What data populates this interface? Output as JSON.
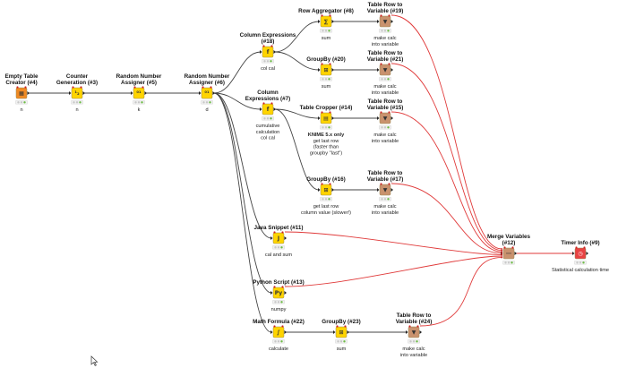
{
  "workflow": {
    "nodes": [
      {
        "id": "n4",
        "kind": "source",
        "icon": "table-creator-icon",
        "title": [
          "Empty Table",
          "Creator (#4)"
        ],
        "note": [
          "n"
        ]
      },
      {
        "id": "n3",
        "kind": "manip",
        "icon": "counter-icon",
        "title": [
          "Counter",
          "Generation (#3)"
        ],
        "note": [
          "n"
        ]
      },
      {
        "id": "n5",
        "kind": "manip",
        "icon": "random-number-icon",
        "title": [
          "Random Number",
          "Assigner (#5)"
        ],
        "note": [
          "k"
        ]
      },
      {
        "id": "n6",
        "kind": "manip",
        "icon": "random-number-icon",
        "title": [
          "Random Number",
          "Assigner (#6)"
        ],
        "note": [
          "d"
        ]
      },
      {
        "id": "n18",
        "kind": "manip",
        "icon": "column-expressions-icon",
        "title": [
          "Column Expressions",
          "(#18)"
        ],
        "note": [
          "col cal"
        ]
      },
      {
        "id": "n7",
        "kind": "manip",
        "icon": "column-expressions-icon",
        "title": [
          "Column",
          "Expressions (#7)"
        ],
        "note": [
          "cumulative",
          "calculation",
          "col cal"
        ]
      },
      {
        "id": "n8",
        "kind": "manip",
        "icon": "row-aggregator-icon",
        "title": [
          "Row Aggregator (#8)"
        ],
        "note": [
          "sum"
        ]
      },
      {
        "id": "n20",
        "kind": "manip",
        "icon": "groupby-icon",
        "title": [
          "GroupBy (#20)"
        ],
        "note": [
          "sum"
        ]
      },
      {
        "id": "n14",
        "kind": "manip",
        "icon": "table-cropper-icon",
        "title": [
          "Table Cropper (#14)"
        ],
        "note": [
          "KNIME 5.x only",
          "get last row",
          "(faster than",
          "groupby \"last\")"
        ],
        "noteBoldFirst": true
      },
      {
        "id": "n16",
        "kind": "manip",
        "icon": "groupby-icon",
        "title": [
          "GroupBy (#16)"
        ],
        "note": [
          "get last row",
          "column value (slower!)"
        ]
      },
      {
        "id": "n19",
        "kind": "var",
        "icon": "table-to-variable-icon",
        "title": [
          "Table Row to",
          "Variable (#19)"
        ],
        "note": [
          "make calc",
          "into variable"
        ]
      },
      {
        "id": "n21",
        "kind": "var",
        "icon": "table-to-variable-icon",
        "title": [
          "Table Row to",
          "Variable (#21)"
        ],
        "note": [
          "make calc",
          "into variable"
        ]
      },
      {
        "id": "n15",
        "kind": "var",
        "icon": "table-to-variable-icon",
        "title": [
          "Table Row to",
          "Variable (#15)"
        ],
        "note": [
          "make calc",
          "into variable"
        ]
      },
      {
        "id": "n17",
        "kind": "var",
        "icon": "table-to-variable-icon",
        "title": [
          "Table Row to",
          "Variable (#17)"
        ],
        "note": [
          "make calc",
          "into variable"
        ]
      },
      {
        "id": "n11",
        "kind": "manip",
        "icon": "java-snippet-icon",
        "title": [
          "Java Snippet (#11)"
        ],
        "note": [
          "cal and sum"
        ]
      },
      {
        "id": "n13",
        "kind": "manip",
        "icon": "python-script-icon",
        "title": [
          "Python Script (#13)"
        ],
        "note": [
          "numpy"
        ]
      },
      {
        "id": "n22",
        "kind": "manip",
        "icon": "math-formula-icon",
        "title": [
          "Math Formula (#22)"
        ],
        "note": [
          "calculate"
        ]
      },
      {
        "id": "n23",
        "kind": "manip",
        "icon": "groupby-icon",
        "title": [
          "GroupBy (#23)"
        ],
        "note": [
          "sum"
        ]
      },
      {
        "id": "n24",
        "kind": "var",
        "icon": "table-to-variable-icon",
        "title": [
          "Table Row to",
          "Variable (#24)"
        ],
        "note": [
          "make calc",
          "into variable"
        ]
      },
      {
        "id": "n12",
        "kind": "var",
        "icon": "merge-variables-icon",
        "title": [
          "Merge Variables",
          "(#12)"
        ],
        "note": []
      },
      {
        "id": "n9",
        "kind": "timer",
        "icon": "timer-icon",
        "title": [
          "Timer Info (#9)"
        ],
        "note": [
          "Statistical calculation time"
        ]
      }
    ],
    "colors": {
      "manip": "#ffd400",
      "source": "#f08a24",
      "var": "#c9926e",
      "timer": "#e84242",
      "data_edge": "#444444",
      "flow_edge": "#e03a3a",
      "status_green": "#6dbb45",
      "status_gray": "#c8c8c8"
    }
  }
}
